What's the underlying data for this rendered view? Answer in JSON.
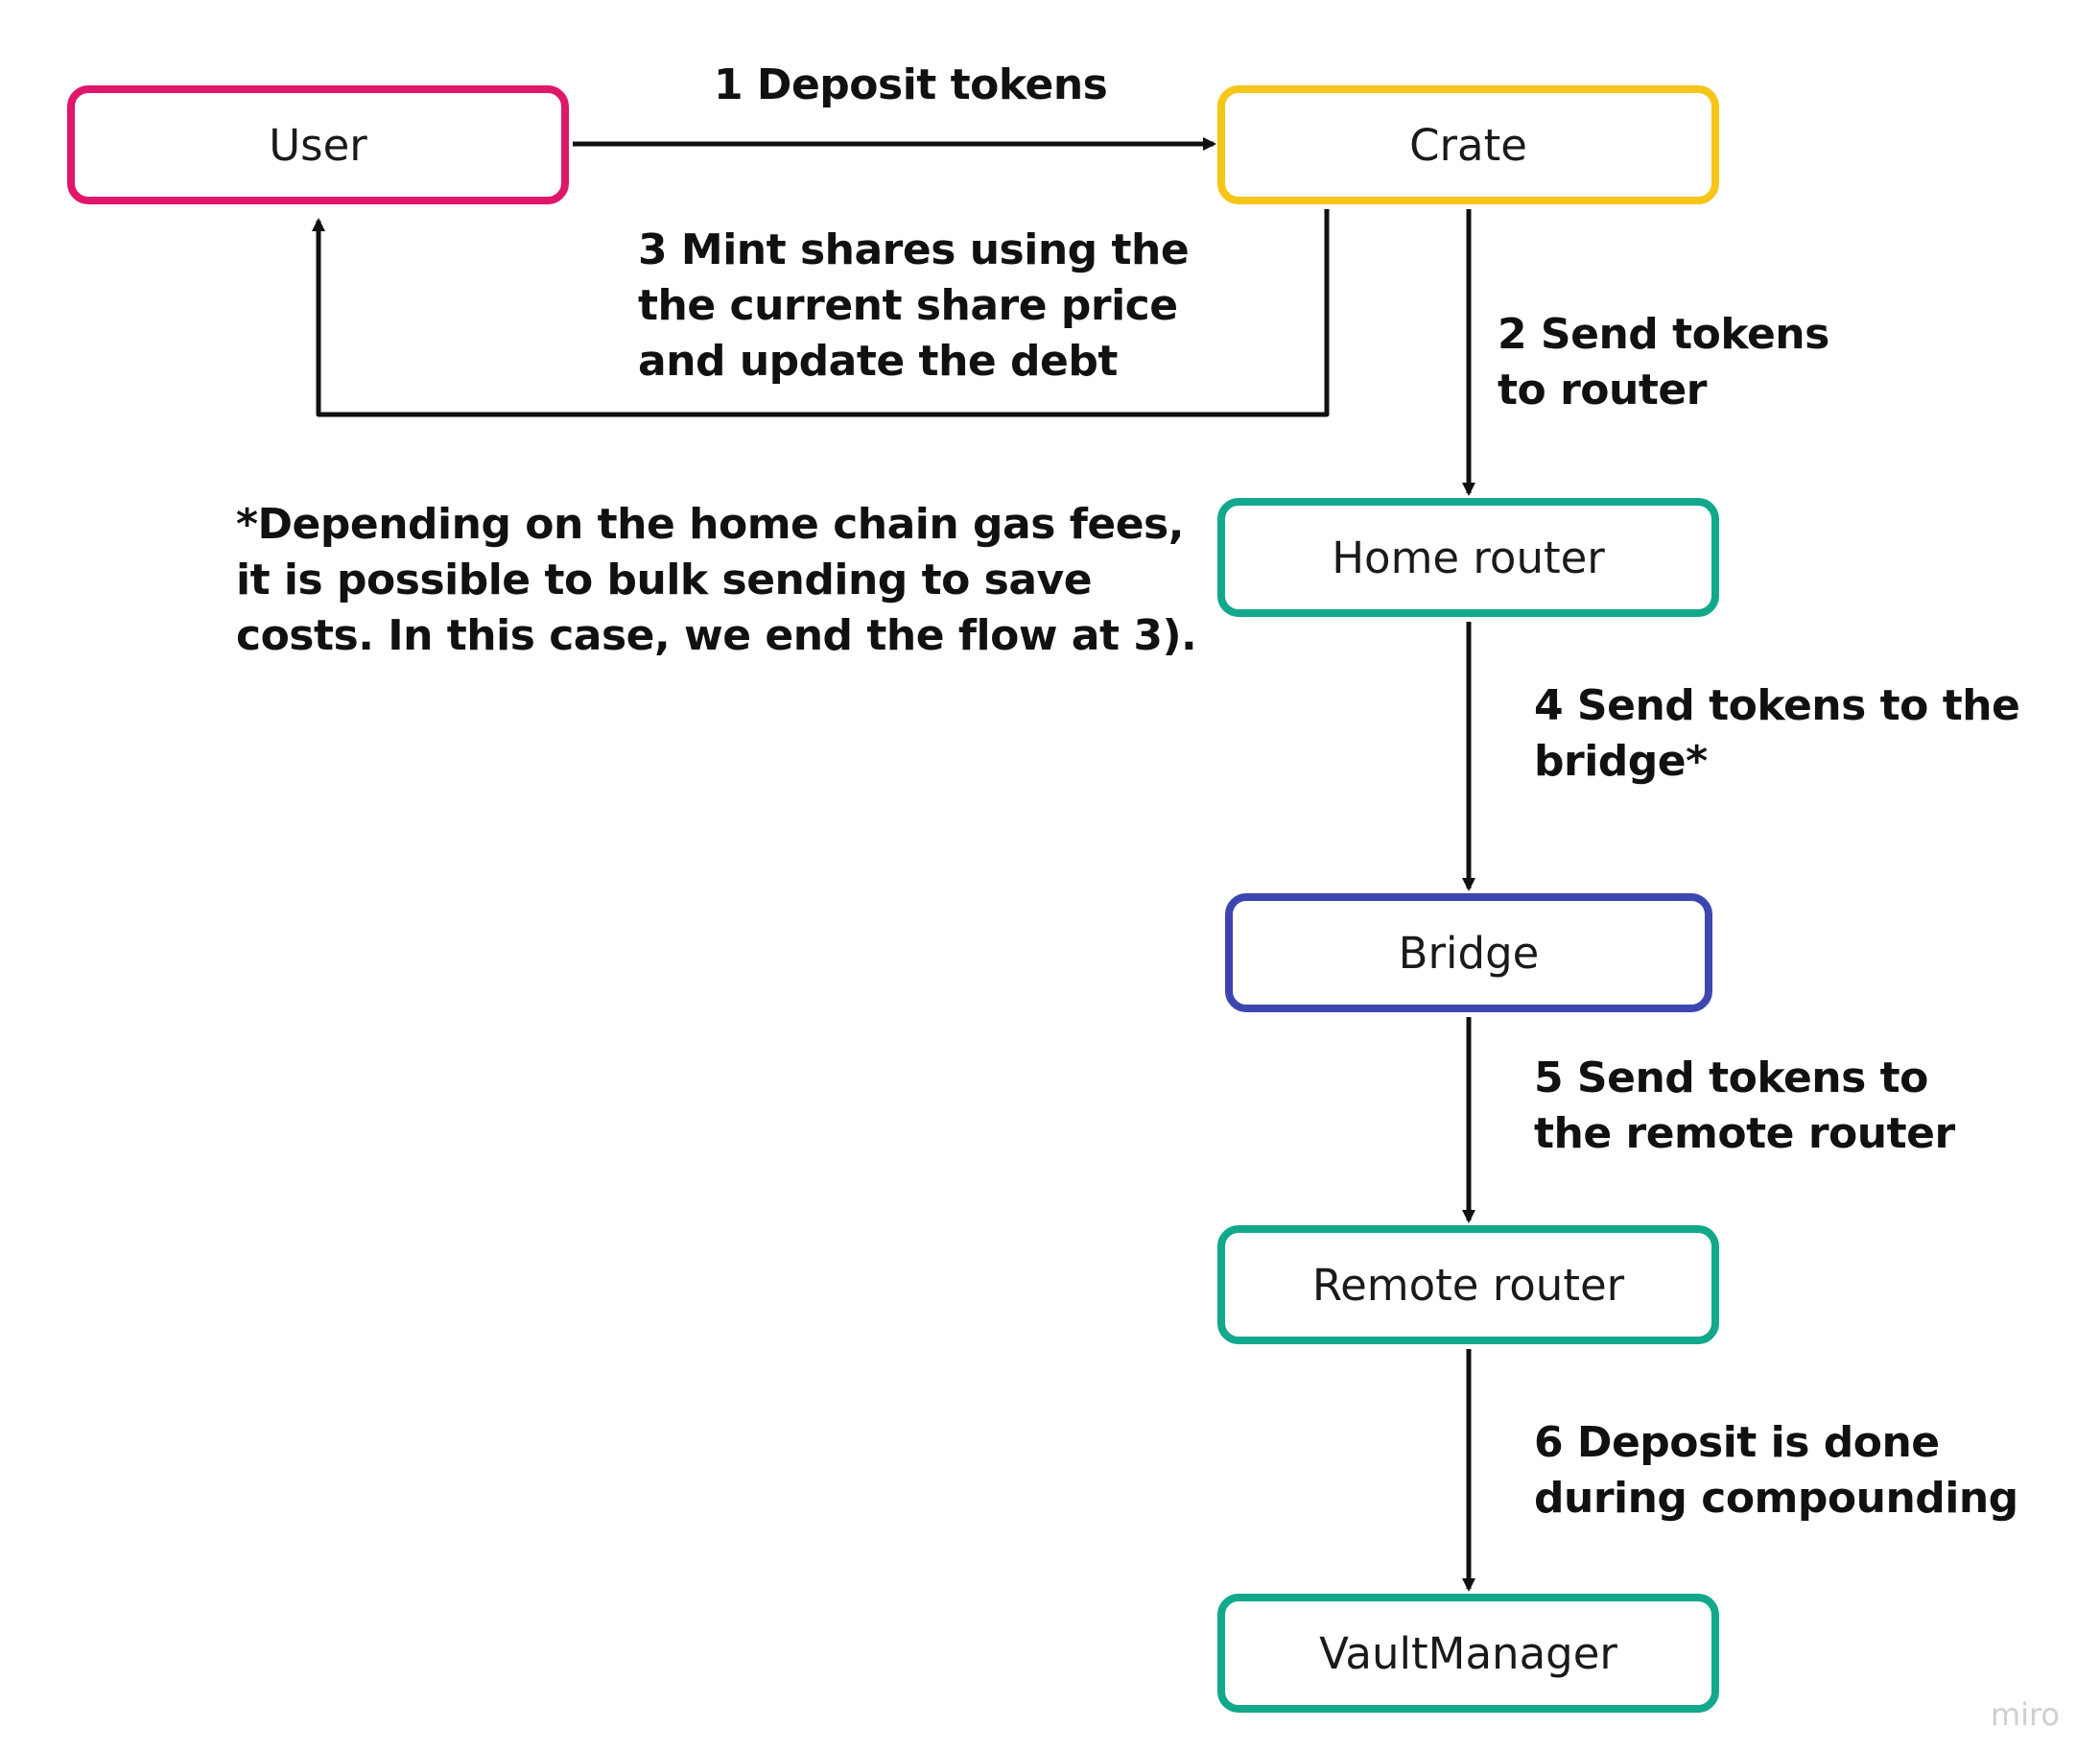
{
  "nodes": {
    "user": {
      "label": "User",
      "color": "#e0166b"
    },
    "crate": {
      "label": "Crate",
      "color": "#f5c518"
    },
    "home_router": {
      "label": "Home router",
      "color": "#12a88c"
    },
    "bridge": {
      "label": "Bridge",
      "color": "#3d46b0"
    },
    "remote_router": {
      "label": "Remote router",
      "color": "#12a88c"
    },
    "vault_manager": {
      "label": "VaultManager",
      "color": "#12a88c"
    }
  },
  "edges": {
    "deposit_tokens": {
      "from": "User",
      "to": "Crate",
      "label": "1 Deposit tokens"
    },
    "send_to_router": {
      "from": "Crate",
      "to": "Home router",
      "lines": [
        "2 Send tokens",
        "to router"
      ]
    },
    "mint_shares": {
      "from": "Crate",
      "to": "User",
      "lines": [
        "3 Mint shares using the",
        "the current share price",
        "and update the debt"
      ]
    },
    "send_to_bridge": {
      "from": "Home router",
      "to": "Bridge",
      "lines": [
        "4 Send tokens to the",
        "bridge*"
      ]
    },
    "send_to_remote": {
      "from": "Bridge",
      "to": "Remote router",
      "lines": [
        "5 Send tokens to",
        "the remote router"
      ]
    },
    "deposit_done": {
      "from": "Remote router",
      "to": "VaultManager",
      "lines": [
        "6 Deposit is done",
        "during compounding"
      ]
    }
  },
  "note": {
    "lines": [
      "*Depending on the home chain gas fees,",
      "it is possible to bulk sending to save",
      "costs. In this case, we end the flow at 3)."
    ]
  },
  "watermark": "miro",
  "colors": {
    "arrow": "#111111"
  }
}
